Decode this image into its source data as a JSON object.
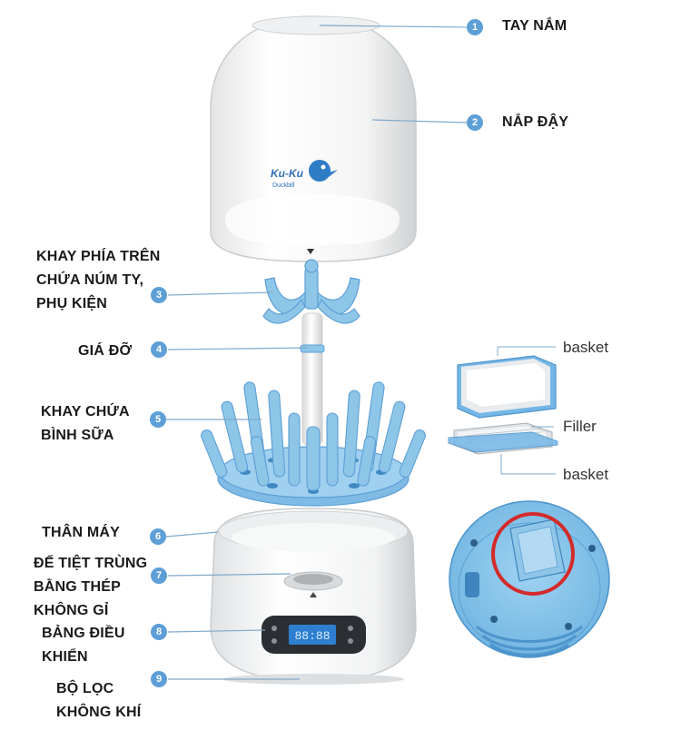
{
  "colors": {
    "accent": "#6aaad9",
    "plastic_blue": "#8ec6e8",
    "line": "#7fa9cc",
    "marker": "#5d9fd6",
    "highlight": "#d42a2a"
  },
  "labels": [
    {
      "number": "1",
      "lines": [
        "TAY NẮM"
      ]
    },
    {
      "number": "2",
      "lines": [
        "NẮP ĐẬY"
      ]
    },
    {
      "number": "3",
      "lines": [
        "KHAY PHÍA TRÊN",
        "CHỨA NÚM TY,",
        "PHỤ KIỆN"
      ]
    },
    {
      "number": "4",
      "lines": [
        "GIÁ ĐỠ"
      ]
    },
    {
      "number": "5",
      "lines": [
        "KHAY CHỨA",
        "BÌNH SỮA"
      ]
    },
    {
      "number": "6",
      "lines": [
        "THÂN MÁY"
      ]
    },
    {
      "number": "7",
      "lines": [
        "ĐẾ TIỆT TRÙNG",
        "BẰNG THÉP",
        "KHÔNG GỈ"
      ]
    },
    {
      "number": "8",
      "lines": [
        "BẢNG ĐIỀU",
        "KHIỂN"
      ]
    },
    {
      "number": "9",
      "lines": [
        "BỘ LỌC",
        "KHÔNG KHÍ"
      ]
    }
  ],
  "filter_parts": [
    "basket",
    "Filler",
    "basket"
  ],
  "brand": {
    "line1": "Ku-Ku",
    "line2": "Duckbill"
  },
  "display_readout": "88:88",
  "icons": [
    "lid-handle-icon",
    "duck-logo-icon",
    "power-button-icon",
    "highlight-circle-icon"
  ]
}
